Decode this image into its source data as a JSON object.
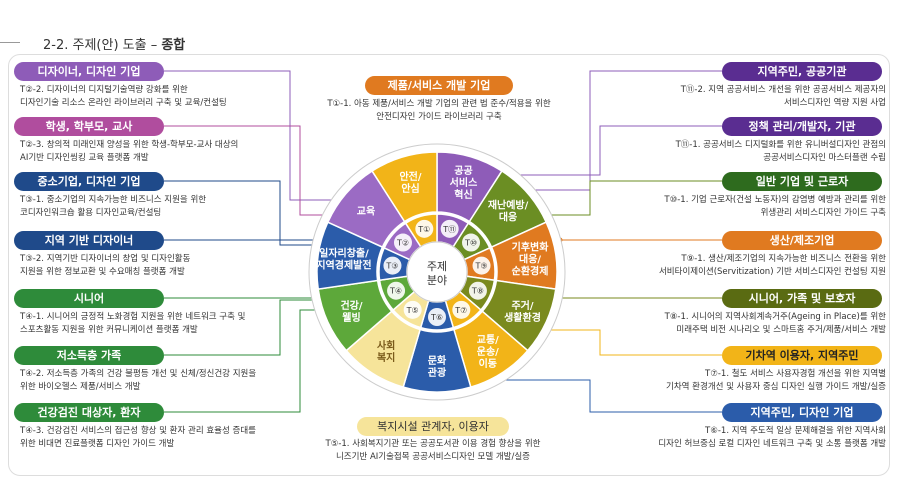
{
  "header": {
    "title_prefix": "2-2. 주제(안) 도출 – ",
    "title_strong": "종합"
  },
  "colors": {
    "purple": "#8e5cb8",
    "navy": "#1f4a8a",
    "green": "#2e8b3a",
    "olive": "#6b8e23",
    "orange": "#e07a20",
    "yellow": "#f2b418",
    "brown": "#c86a1a",
    "blue": "#2b5caa",
    "magenta": "#b04d9e"
  },
  "wheel": {
    "center": "주제\n분야",
    "outer": [
      {
        "label": "공공\n서비스\n혁신",
        "color": "#8e5cb8"
      },
      {
        "label": "재난예방/\n대응",
        "color": "#6b8e23"
      },
      {
        "label": "기후변화\n대응/\n순환경제",
        "color": "#e07a20"
      },
      {
        "label": "주거/\n생활환경",
        "color": "#7a8a1e"
      },
      {
        "label": "교통/\n운송/\n이동",
        "color": "#f2b418"
      },
      {
        "label": "문화\n관광",
        "color": "#2b5caa"
      },
      {
        "label": "사회\n복지",
        "color": "#f6e49a"
      },
      {
        "label": "건강/\n웰빙",
        "color": "#5da83a"
      },
      {
        "label": "일자리창출/\n지역경제발전",
        "color": "#2b5caa"
      },
      {
        "label": "교육",
        "color": "#9b6bc4"
      },
      {
        "label": "안전/\n안심",
        "color": "#f2b418"
      }
    ],
    "inner": [
      "T⑪",
      "T⑩",
      "T⑨",
      "T⑧",
      "T⑦",
      "T⑥",
      "T⑤",
      "T④",
      "T③",
      "T②",
      "T①"
    ]
  },
  "top": {
    "pill": "제품/서비스 개발 기업",
    "desc": [
      "T①-1. 아동 제품/서비스 개발 기업의 관련 법 준수/적용을 위한",
      "안전디자인 가이드 라이브러리 구축"
    ]
  },
  "bottom": {
    "pill": "복지시설 관계자, 이용자",
    "desc": [
      "T⑤-1. 사회복지기관 또는 공공도서관 이용 경험 향상을 위한",
      "니즈기반 AI기술접목 공공서비스디자인 모델 개발/실증"
    ]
  },
  "left": [
    {
      "pill": "디자이너, 디자인 기업",
      "color": "#8e5cb8",
      "desc": [
        "T②-2. 디자이너의 디지털기술역량 강화를 위한",
        "디자인기술 리소스 온라인 라이브러리 구축 및 교육/컨설팅"
      ]
    },
    {
      "pill": "학생, 학부모, 교사",
      "color": "#b04d9e",
      "desc": [
        "T②-3. 창의적 미래인재 양성을 위한 학생-학부모-교사 대상의",
        "AI기반 디자인씽킹 교육 플랫폼 개발"
      ]
    },
    {
      "pill": "중소기업, 디자인 기업",
      "color": "#1f4a8a",
      "desc": [
        "T③-1. 중소기업의 지속가능한 비즈니스 지원을 위한",
        "코디자인워크숍 활용 디자인교육/컨설팅"
      ]
    },
    {
      "pill": "지역 기반 디자이너",
      "color": "#1f4a8a",
      "desc": [
        "T③-2. 지역기반 디자이너의 창업 및 디자인활동",
        "지원을 위한 정보교환 및 수요매칭 플랫폼 개발"
      ]
    },
    {
      "pill": "시니어",
      "color": "#2e8b3a",
      "desc": [
        "T④-1. 시니어의 긍정적 노화경험 지원을 위한 네트워크 구축 및",
        "스포츠활동 지원을 위한 커뮤니케이션 플랫폼 개발"
      ]
    },
    {
      "pill": "저소득층 가족",
      "color": "#2e8b3a",
      "desc": [
        "T④-2. 저소득층 가족의 건강 불평등 개선 및 신체/정신건강 지원을",
        "위한 바이오헬스 제품/서비스 개발"
      ]
    },
    {
      "pill": "건강검진 대상자, 환자",
      "color": "#2e8b3a",
      "desc": [
        "T④-3. 건강검진 서비스의 접근성 향상 및 환자 관리 효율성 증대를",
        "위한 비대면 진료플랫폼 디자인 가이드 개발"
      ]
    }
  ],
  "right": [
    {
      "pill": "지역주민, 공공기관",
      "color": "#5a2d91",
      "dark": false,
      "desc": [
        "T⑪-2. 지역 공공서비스 개선을 위한 공공서비스 제공자의",
        "서비스디자인 역량 지원 사업"
      ]
    },
    {
      "pill": "정책 관리/개발자, 기관",
      "color": "#5a2d91",
      "dark": false,
      "desc": [
        "T⑪-1. 공공서비스 디지털화를 위한 유니버설디자인 관점의",
        "공공서비스디자인 마스터플랜 수립"
      ]
    },
    {
      "pill": "일반 기업 및 근로자",
      "color": "#2e6b1e",
      "dark": false,
      "desc": [
        "T⑩-1. 기업 근로자(건설 노동자)의 감염병 예방과 관리를 위한",
        "위생관리 서비스디자인  가이드 구축"
      ]
    },
    {
      "pill": "생산/제조기업",
      "color": "#e07a20",
      "dark": false,
      "desc": [
        "T⑨-1. 생산/제조기업의 지속가능한 비즈니스 전환을 위한",
        "서비타이제이션(Servitization) 기반 서비스디자인 컨설팅 지원"
      ]
    },
    {
      "pill": "시니어, 가족 및 보호자",
      "color": "#5a6b12",
      "dark": false,
      "desc": [
        "T⑧-1. 시니어의 지역사회계속거주(Ageing in Place)를 위한",
        "미래주택 비전 시나리오 및 스마트홈 주거/제품/서비스 개발"
      ]
    },
    {
      "pill": "기차역 이용자, 지역주민",
      "color": "#f2b418",
      "dark": true,
      "desc": [
        "T⑦-1. 철도 서비스 사용자경험 개선을 위한 지역별",
        "기차역 환경개선 및 사용자 중심 디자인 실행 가이드 개발/실증"
      ]
    },
    {
      "pill": "지역주민, 디자인 기업",
      "color": "#2b5caa",
      "dark": false,
      "desc": [
        "T⑥-1. 지역 주도적 일상 문제해결을 위한 지역사회",
        "디자인 허브중심 로컬 디자인 네트워크 구축 및 소통 플랫폼 개발"
      ]
    }
  ]
}
